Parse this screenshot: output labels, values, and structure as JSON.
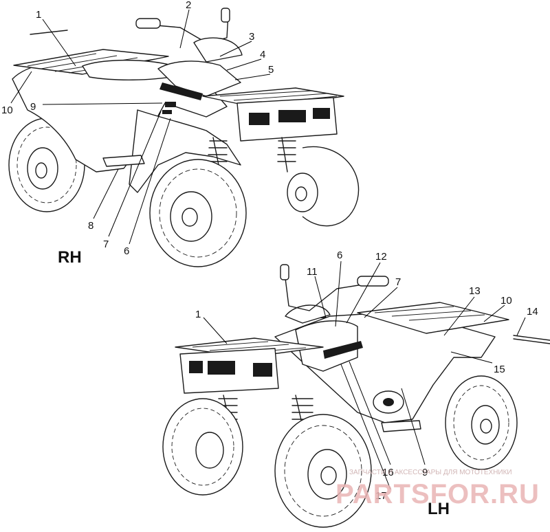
{
  "diagram": {
    "views": [
      {
        "id": "rh",
        "label": "RH"
      },
      {
        "id": "lh",
        "label": "LH"
      }
    ],
    "callouts_rh": [
      "1",
      "2",
      "3",
      "4",
      "5",
      "6",
      "7",
      "8",
      "9",
      "10"
    ],
    "callouts_lh": [
      "1",
      "6",
      "7",
      "9",
      "10",
      "11",
      "12",
      "13",
      "14",
      "15",
      "16",
      "17"
    ]
  },
  "watermark": {
    "line1": "ЗАПЧАСТИ И АКСЕССУАРЫ ДЛЯ МОТОТЕХНИКИ",
    "line2": "PARTSFOR.RU",
    "color": "#e9b4b4"
  }
}
